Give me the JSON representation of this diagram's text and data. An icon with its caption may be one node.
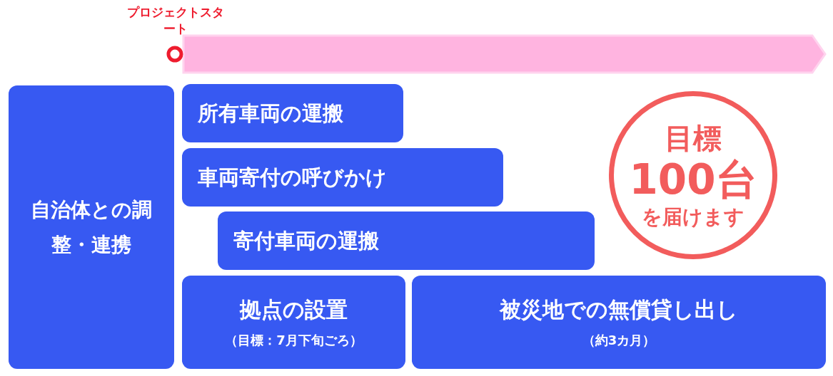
{
  "diagram": {
    "nodes": [
      {
        "text": [
          "自治体との調整・連携"
        ]
      },
      {
        "text": [
          "所有車両の運搬"
        ]
      },
      {
        "text": [
          "車両寄付の呼びかけ"
        ]
      },
      {
        "text": [
          "寄付車両の運搬"
        ]
      },
      {
        "text": [
          "拠点の設置",
          "（目標：7月下旬ごろ）"
        ]
      },
      {
        "text": [
          "被災地での無償貸し出し",
          "（約3カ月）"
        ]
      },
      {
        "text": [
          "目標",
          "100台",
          "を届けます"
        ]
      }
    ],
    "labels": [
      "プロジェクトスタート"
    ]
  }
}
